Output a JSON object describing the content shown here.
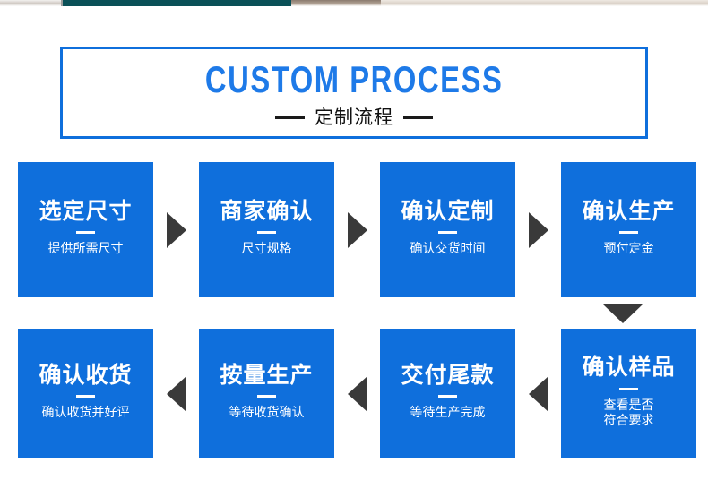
{
  "header": {
    "title_en": "CUSTOM PROCESS",
    "title_cn": "定制流程",
    "accent_color": "#0f6fdc",
    "text_color": "#111111"
  },
  "theme": {
    "box_blue": "#0f6fdc",
    "arrow_dark": "#3a3a3a",
    "box_text": "#ffffff"
  },
  "process": {
    "row1": [
      {
        "title": "选定尺寸",
        "desc": "提供所需尺寸"
      },
      {
        "title": "商家确认",
        "desc": "尺寸规格"
      },
      {
        "title": "确认定制",
        "desc": "确认交货时间"
      },
      {
        "title": "确认生产",
        "desc": "预付定金"
      }
    ],
    "row2": [
      {
        "title": "确认收货",
        "desc": "确认收货并好评"
      },
      {
        "title": "按量生产",
        "desc": "等待收货确认"
      },
      {
        "title": "交付尾款",
        "desc": "等待生产完成"
      },
      {
        "title": "确认样品",
        "desc": "查看是否\n符合要求"
      }
    ],
    "connector_row1_to_row2": "arrow-down",
    "row1_flow": "left-to-right",
    "row2_flow": "right-to-left"
  }
}
